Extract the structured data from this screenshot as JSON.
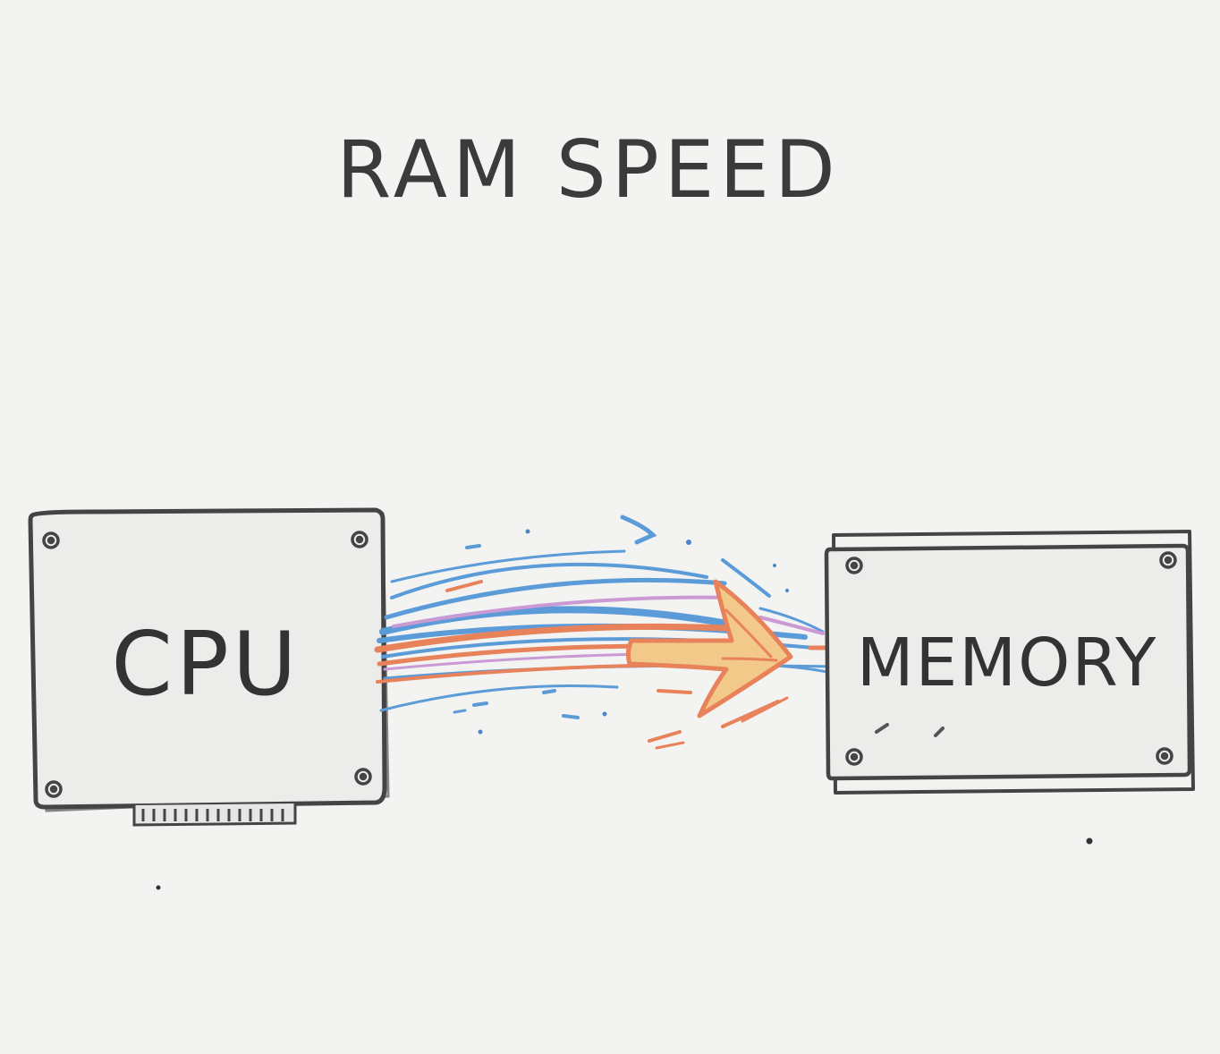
{
  "diagram": {
    "title": "RAM SPEED",
    "source_box": {
      "label": "CPU"
    },
    "target_box": {
      "label": "MEMORY"
    }
  },
  "colors": {
    "background": "#f3f3f2",
    "ink": "#3f3f3f",
    "box_fill": "#ececeb",
    "stream_blue": "#5b9bd8",
    "stream_orange": "#e8825a",
    "stream_pink": "#c99ad4",
    "arrow_fill": "#f3c98a"
  },
  "icons": {
    "source": "cpu-chip-icon",
    "target": "memory-module-icon",
    "flow": "data-flow-arrow-icon"
  }
}
